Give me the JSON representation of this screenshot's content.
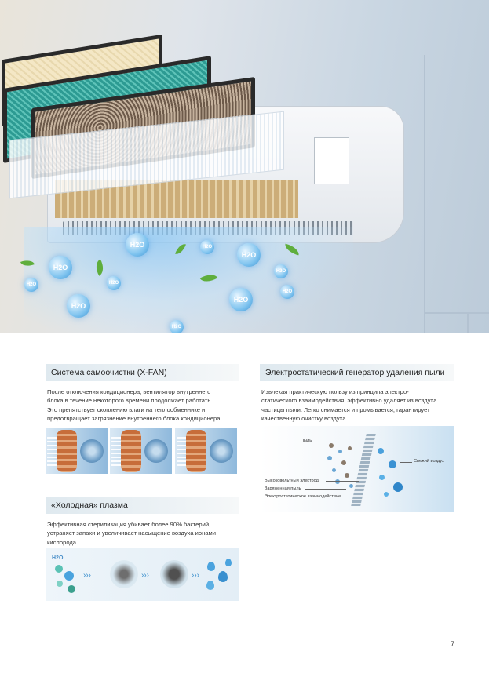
{
  "hero": {
    "molecule_label": "H2O",
    "colors": {
      "water": "#4a9fd8",
      "leaf": "#5fae3d",
      "wall": "#c9d6e2"
    }
  },
  "sections": {
    "xfan": {
      "title": "Система самоочистки (X-FAN)",
      "lines": [
        "После отключения кондиционера, вентилятор внутреннего",
        "блока в течение некоторого времени продолжает работать.",
        "Это препятствует скоплению влаги на теплообменнике и",
        "предотвращает загрязнение внутреннего блока кондиционера."
      ]
    },
    "plasma": {
      "title": "«Холодная» плазма",
      "lines": [
        "Эффективная стерилизация убивает более 90% бактерий,",
        "устраняет запахи и увеличивает насыщение воздуха ионами",
        "кислорода."
      ],
      "image_label": "H2O"
    },
    "electro": {
      "title": "Электростатический генератор удаления пыли",
      "lines": [
        "Извлекая практическую пользу из принципа электро-",
        "статического взаимодействия, эффективно удаляет из воздуха",
        "частицы пыли. Легко снимается и промывается, гарантирует",
        "качественную очистку воздуха."
      ],
      "diagram": {
        "dust": "Пыль",
        "fresh_air": "Свежий воздух",
        "electrode": "Высоковольтный электрод",
        "charged_dust": "Заряженная пыль",
        "interaction": "Электростатическое взаимодействие"
      }
    }
  },
  "page_number": "7"
}
